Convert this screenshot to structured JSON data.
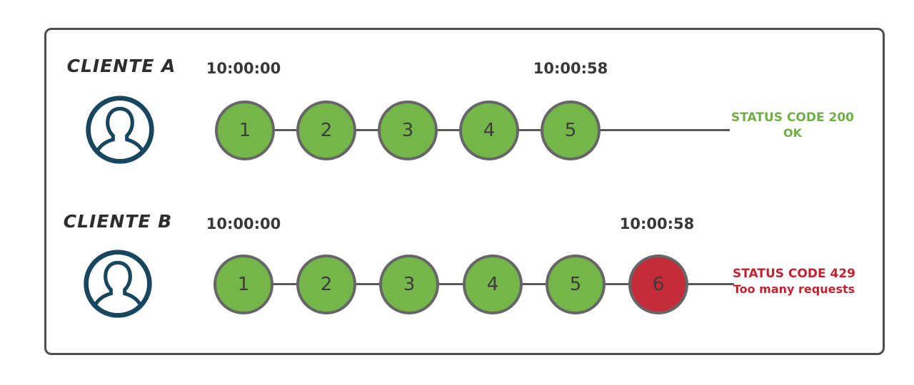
{
  "rows": [
    {
      "client_label": "CLIENTE A",
      "start_time": "10:00:00",
      "end_time": "10:00:58",
      "requests": [
        "1",
        "2",
        "3",
        "4",
        "5"
      ],
      "request_states": [
        "ok",
        "ok",
        "ok",
        "ok",
        "ok"
      ],
      "status_line1": "STATUS CODE 200",
      "status_line2": "OK"
    },
    {
      "client_label": "CLIENTE B",
      "start_time": "10:00:00",
      "end_time": "10:00:58",
      "requests": [
        "1",
        "2",
        "3",
        "4",
        "5",
        "6"
      ],
      "request_states": [
        "ok",
        "ok",
        "ok",
        "ok",
        "ok",
        "rate-limited"
      ],
      "status_line1": "STATUS CODE 429",
      "status_line2": "Too many requests"
    }
  ],
  "colors": {
    "request_ok_fill": "#74b649",
    "request_rate_limited_fill": "#c52b39",
    "circle_border": "#666666",
    "timeline_line": "#595959",
    "frame_border": "#4d4d4d",
    "status_ok_text": "#6fae44",
    "status_error_text": "#c42231",
    "avatar_stroke": "#18465f",
    "client_label_text": "#2d2d2d",
    "timestamp_text": "#383838",
    "circle_number_text": "#3c3c3c"
  },
  "icons": {
    "avatar": "user-circle-icon"
  }
}
